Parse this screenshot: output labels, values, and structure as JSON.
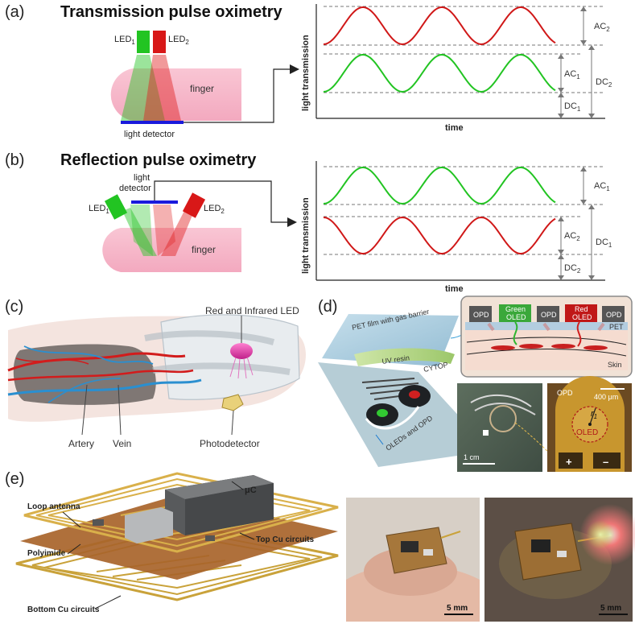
{
  "panel_a": {
    "label": "(a)",
    "title": "Transmission pulse oximetry",
    "led1": "LED",
    "led1_sub": "1",
    "led2": "LED",
    "led2_sub": "2",
    "finger": "finger",
    "detector": "light detector",
    "ylabel": "light transmission",
    "xlabel": "time",
    "ac2": "AC",
    "ac2_sub": "2",
    "ac1": "AC",
    "ac1_sub": "1",
    "dc2": "DC",
    "dc2_sub": "2",
    "dc1": "DC",
    "dc1_sub": "1"
  },
  "panel_b": {
    "label": "(b)",
    "title": "Reflection pulse oximetry",
    "led1": "LED",
    "led1_sub": "1",
    "led2": "LED",
    "led2_sub": "2",
    "detector_line1": "light",
    "detector_line2": "detector",
    "finger": "finger",
    "ylabel": "light transmission",
    "xlabel": "time",
    "ac1": "AC",
    "ac1_sub": "1",
    "ac2": "AC",
    "ac2_sub": "2",
    "dc1": "DC",
    "dc1_sub": "1",
    "dc2": "DC",
    "dc2_sub": "2"
  },
  "panel_c": {
    "label": "(c)",
    "led": "Red and Infrared LED",
    "artery": "Artery",
    "vein": "Vein",
    "photodetector": "Photodetector"
  },
  "panel_d": {
    "label": "(d)",
    "pet_film": "PET film with gas barrier",
    "uv_resin": "UV resin",
    "cytop": "CYTOP",
    "oleds_opd": "OLEDs and OPD",
    "opd": "OPD",
    "green_oled_1": "Green",
    "green_oled_2": "OLED",
    "red_oled_1": "Red",
    "red_oled_2": "OLED",
    "pet": "PET",
    "skin": "Skin",
    "scale_1cm": "1 cm",
    "opd_label": "OPD",
    "scale_400": "400 μm",
    "r1": "r",
    "r1_sub": "1",
    "oled": "OLED",
    "plus": "+",
    "minus": "–"
  },
  "panel_e": {
    "label": "(e)",
    "uc": "μC",
    "loop_antenna": "Loop antenna",
    "top_cu": "Top Cu circuits",
    "polyimide": "Polyimide",
    "bottom_cu": "Bottom Cu circuits",
    "scale1": "5 mm",
    "scale2": "5 mm"
  },
  "colors": {
    "green": "#22c422",
    "red": "#d01818",
    "blue": "#1a1adc",
    "finger": "#f6b8c8",
    "copper": "#c9a23a"
  }
}
